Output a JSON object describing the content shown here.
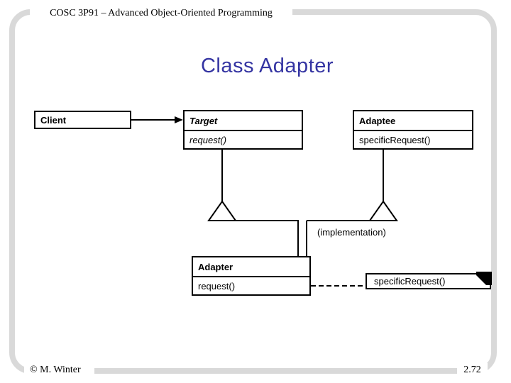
{
  "header": {
    "course": "COSC 3P91 – Advanced Object-Oriented Programming"
  },
  "title": "Class Adapter",
  "footer": {
    "copyright": "© M. Winter",
    "page": "2.72"
  },
  "colors": {
    "title_text": "#3434a2",
    "frame_gray": "#d9d9d9",
    "diagram_line": "#000000",
    "background": "#ffffff"
  },
  "icons": {
    "note_fold": "folded-corner-icon"
  },
  "diagram": {
    "classes": [
      {
        "name": "Client",
        "methods": [],
        "abstract": false
      },
      {
        "name": "Target",
        "methods": [
          "request()"
        ],
        "abstract": true
      },
      {
        "name": "Adaptee",
        "methods": [
          "specificRequest()"
        ],
        "abstract": false
      },
      {
        "name": "Adapter",
        "methods": [
          "request()"
        ],
        "abstract": false
      }
    ],
    "note": {
      "text": "specificRequest()"
    },
    "labels": {
      "implementation": "(implementation)"
    },
    "relations": [
      {
        "from": "Client",
        "to": "Target",
        "type": "association-arrow"
      },
      {
        "from": "Adapter",
        "to": "Target",
        "type": "generalization"
      },
      {
        "from": "Adapter",
        "to": "Adaptee",
        "type": "generalization",
        "label": "(implementation)"
      },
      {
        "from": "Adapter.request()",
        "to": "note",
        "type": "dashed-annotation-with-circle"
      }
    ]
  }
}
